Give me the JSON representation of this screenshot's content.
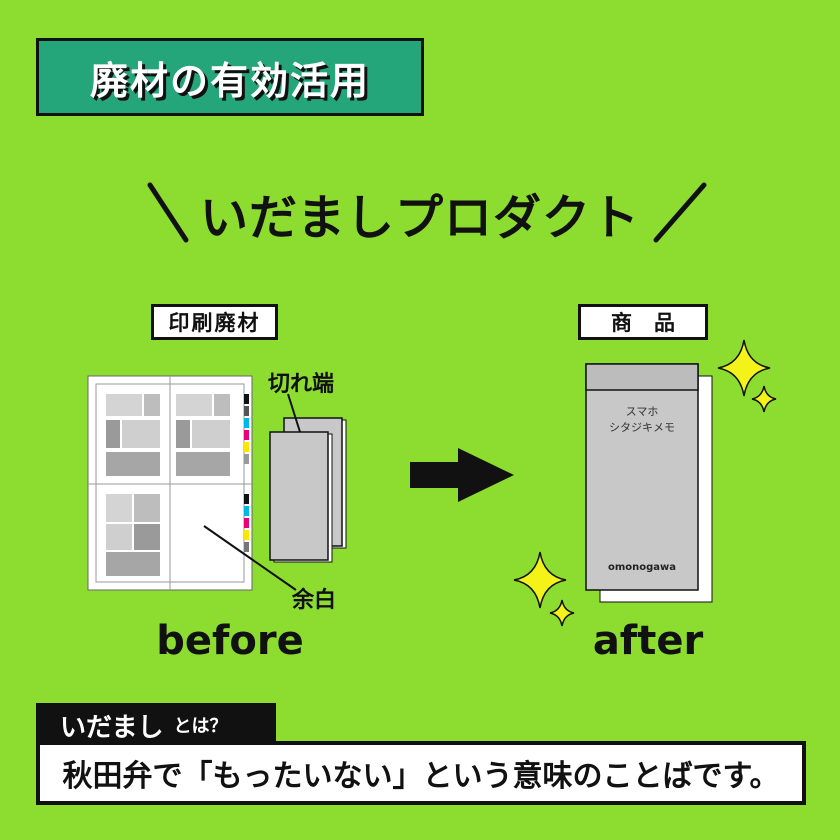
{
  "banner": {
    "title": "廃材の有効活用"
  },
  "headline": {
    "text": "いだましプロダクト"
  },
  "before_section": {
    "label": "印刷廃材",
    "callout_scraps": "切れ端",
    "callout_margin": "余白",
    "word": "before"
  },
  "after_section": {
    "label": "商品",
    "product_line1": "スマホ",
    "product_line2": "シタジキメモ",
    "brand": "omonogawa",
    "word": "after"
  },
  "caption": {
    "keyword": "いだまし",
    "question": "とは？",
    "definition": "秋田弁で「もったいない」という意味のことばです。"
  },
  "colors": {
    "background": "#8ddc30",
    "banner": "#24a57a",
    "sparkle": "#f5f21a",
    "ink": "#111111"
  }
}
